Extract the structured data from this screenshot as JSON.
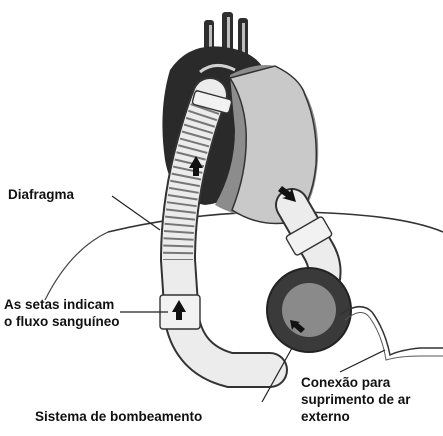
{
  "labels": {
    "diaphragm": "Diafragma",
    "arrows_line1": "As setas indicam",
    "arrows_line2": "o fluxo sanguíneo",
    "pumping_system": "Sistema de bombeamento",
    "air_connection_line1": "Conexão para",
    "air_connection_line2": "suprimento de ar",
    "air_connection_line3": "externo"
  },
  "colors": {
    "heart_dark": "#2a2a2a",
    "heart_mid": "#8c8c8c",
    "ventricle_light": "#c9c9c9",
    "tube": "#e9e9e9",
    "pump_outer": "#3a3a3a",
    "pump_inner": "#8a8a8a",
    "line": "#333333"
  }
}
